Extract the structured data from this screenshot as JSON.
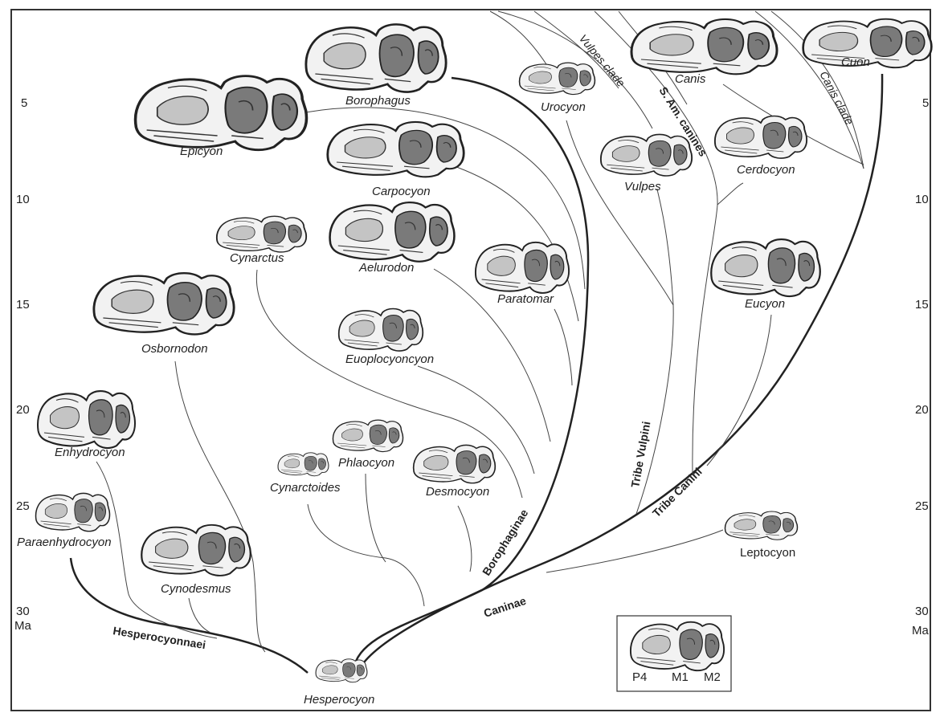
{
  "axis": {
    "left_ticks": [
      "5",
      "10",
      "15",
      "20",
      "25",
      "30"
    ],
    "right_ticks": [
      "5",
      "10",
      "15",
      "20",
      "25",
      "30"
    ],
    "unit": "Ma"
  },
  "taxa": {
    "borophagus": "Borophagus",
    "epicyon": "Epicyon",
    "carpocyon": "Carpocyon",
    "cynarctus": "Cynarctus",
    "aelurodon": "Aelurodon",
    "paratomar": "Paratomar",
    "osbornodon": "Osbornodon",
    "euoplocyoncyon": "Euoplocyoncyon",
    "enhydrocyon": "Enhydrocyon",
    "phlaocyon": "Phlaocyon",
    "cynarctoides": "Cynarctoides",
    "desmocyon": "Desmocyon",
    "paraenhydrocyon": "Paraenhydrocyon",
    "cynodesmus": "Cynodesmus",
    "hesperocyon": "Hesperocyon",
    "urocyon": "Urocyon",
    "vulpes": "Vulpes",
    "canis": "Canis",
    "cuon": "Cuon",
    "cerdocyon": "Cerdocyon",
    "eucyon": "Eucyon",
    "leptocyon": "Leptocyon"
  },
  "groups": {
    "hesperocyonnae": "Hesperocyonnaei",
    "borophaginae": "Borophaginae",
    "caninae": "Caninae",
    "tribe_vulpini": "Tribe Vulpini",
    "tribe_canini": "Tribe Canini",
    "s_am_canines": "S. Am. canines",
    "vulpes_clade": "Vulpes clade",
    "canis_clade": "Canis clade"
  },
  "legend": {
    "p4": "P4",
    "m1": "M1",
    "m2": "M2"
  },
  "colors": {
    "line": "#333333",
    "frame": "#333333",
    "background": "#ffffff"
  }
}
